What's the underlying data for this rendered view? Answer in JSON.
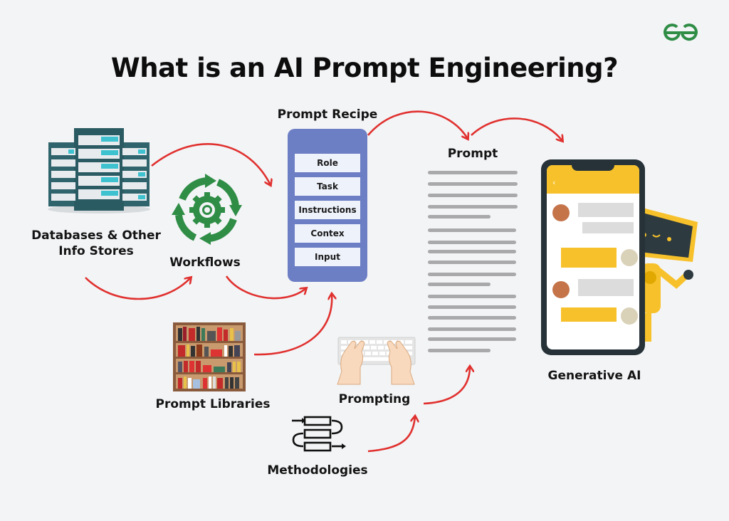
{
  "title": "What is an AI Prompt Engineering?",
  "brand": {
    "logo": "geeksforgeeks-logo",
    "color": "#2f8d46"
  },
  "nodes": {
    "databases": {
      "label_line1": "Databases & Other",
      "label_line2": "Info Stores",
      "icon": "server-rack-icon"
    },
    "workflows": {
      "label": "Workflows",
      "icon": "gear-cycle-icon",
      "color": "#2f8d46"
    },
    "prompt_recipe": {
      "label": "Prompt Recipe",
      "items": [
        "Role",
        "Task",
        "Instructions",
        "Contex",
        "Input"
      ],
      "color": "#6c7ec4"
    },
    "prompt": {
      "label": "Prompt",
      "icon": "text-lines-icon"
    },
    "generative_ai": {
      "label": "Generative AI",
      "icon": "phone-chat-robot-icon",
      "accent": "#f7c12b"
    },
    "prompt_libraries": {
      "label": "Prompt Libraries",
      "icon": "bookshelf-icon"
    },
    "prompting": {
      "label": "Prompting",
      "icon": "keyboard-hands-icon"
    },
    "methodologies": {
      "label": "Methodologies",
      "icon": "process-flow-icon"
    }
  },
  "arrows": {
    "color": "#e0312f",
    "edges": [
      [
        "databases",
        "prompt_recipe"
      ],
      [
        "databases",
        "workflows"
      ],
      [
        "workflows",
        "prompt_recipe"
      ],
      [
        "prompt_libraries",
        "prompt_recipe"
      ],
      [
        "prompt_recipe",
        "prompt"
      ],
      [
        "prompt",
        "generative_ai"
      ],
      [
        "methodologies",
        "prompting"
      ],
      [
        "prompting",
        "prompt"
      ]
    ]
  }
}
